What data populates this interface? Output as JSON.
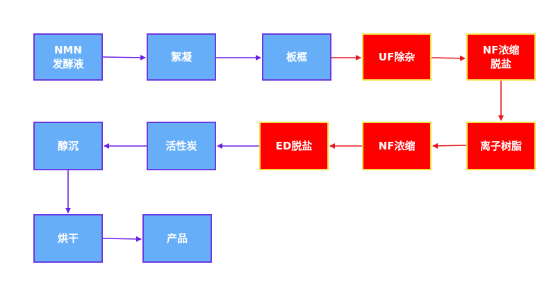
{
  "colors": {
    "blue_fill": "#67aef8",
    "blue_border": "#6a3ae0",
    "red_fill": "#ff0000",
    "red_border": "#f3e34a",
    "arrow_purple": "#6a1de6",
    "arrow_red": "#e8151b"
  },
  "nodes": {
    "nmn": "NMN\n发酵液",
    "flocculation": "絮凝",
    "plate_frame": "板框",
    "uf": "UF除杂",
    "nf_desalt": "NF浓缩\n脱盐",
    "ion_resin": "离子树脂",
    "nf_concentrate": "NF浓缩",
    "ed_desalt": "ED脱盐",
    "activated_carbon": "活性炭",
    "alcohol_precip": "醇沉",
    "drying": "烘干",
    "product": "产品"
  }
}
